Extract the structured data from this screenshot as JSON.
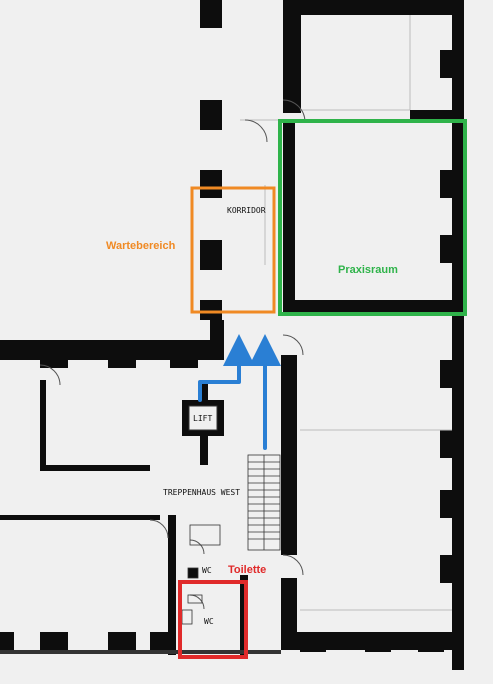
{
  "plan": {
    "labels": {
      "korridor": "KORRIDOR",
      "lift": "LIFT",
      "treppenhaus": "TREPPENHAUS WEST",
      "wc_upper": "WC",
      "wc_lower": "WC"
    },
    "highlights": {
      "wartebereich": {
        "label": "Wartebereich",
        "color": "#f08a24"
      },
      "praxisraum": {
        "label": "Praxisraum",
        "color": "#2fb34a"
      },
      "toilette": {
        "label": "Toilette",
        "color": "#e02a2a"
      }
    },
    "arrow_color": "#2a7fd4",
    "wall_color": "#0d0d0d",
    "floor_color": "#f0f0f0"
  }
}
